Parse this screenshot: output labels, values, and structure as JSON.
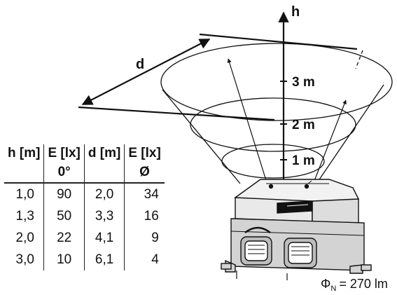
{
  "diagram": {
    "axis_label": "h",
    "distance_label": "d",
    "height_marks": [
      "3 m",
      "2 m",
      "1 m"
    ],
    "flux": {
      "symbol": "Φ",
      "subscript": "N",
      "value": "= 270 lm"
    }
  },
  "table": {
    "headers": [
      "h [m]",
      "E [lx]",
      "d [m]",
      "E [lx]"
    ],
    "subheaders": [
      "",
      "0°",
      "",
      "Ø"
    ],
    "rows": [
      [
        "1,0",
        "90",
        "2,0",
        "34"
      ],
      [
        "1,3",
        "50",
        "3,3",
        "16"
      ],
      [
        "2,0",
        "22",
        "4,1",
        "9"
      ],
      [
        "3,0",
        "10",
        "6,1",
        "4"
      ]
    ]
  }
}
